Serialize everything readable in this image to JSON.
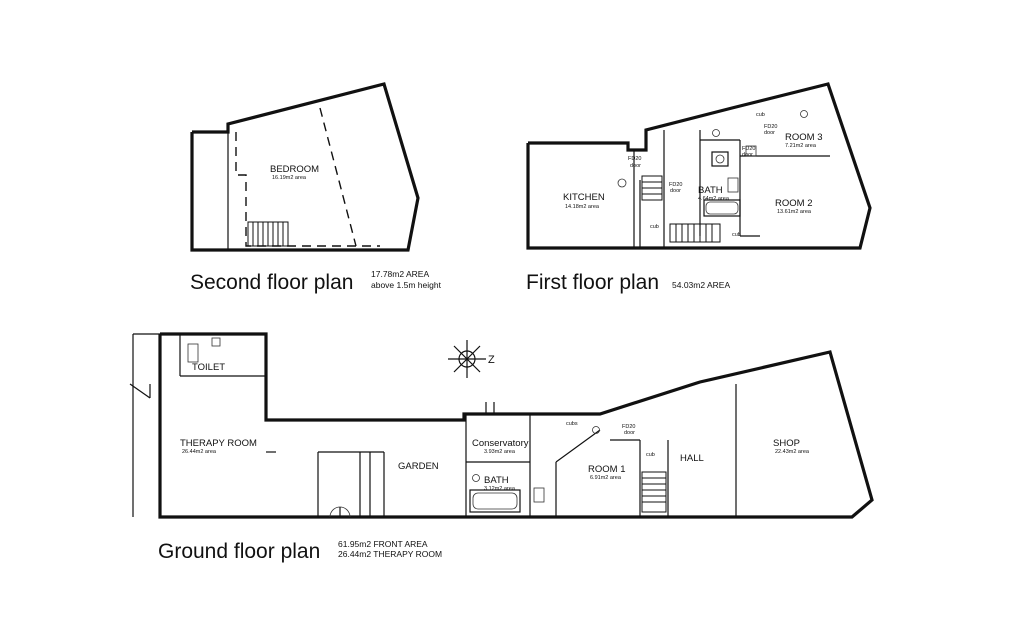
{
  "plans": {
    "second": {
      "title": "Second floor plan",
      "note1": "17.78m2 AREA",
      "note2": "above 1.5m height",
      "rooms": {
        "bedroom": {
          "label": "BEDROOM",
          "area": "16.19m2 area"
        }
      }
    },
    "first": {
      "title": "First floor plan",
      "note1": "54.03m2 AREA",
      "rooms": {
        "kitchen": {
          "label": "KITCHEN",
          "area": "14.18m2 area"
        },
        "bath": {
          "label": "BATH",
          "area": "4.64m2 area"
        },
        "room2": {
          "label": "ROOM 2",
          "area": "13.61m2 area"
        },
        "room3": {
          "label": "ROOM 3",
          "area": "7.21m2 area"
        }
      },
      "labels": {
        "fd20": "FD20",
        "door": "door",
        "cub": "cub"
      }
    },
    "ground": {
      "title": "Ground floor plan",
      "note1": "61.95m2 FRONT AREA",
      "note2": "26.44m2 THERAPY ROOM",
      "rooms": {
        "toilet": {
          "label": "TOILET"
        },
        "therapy": {
          "label": "THERAPY ROOM",
          "area": "26.44m2 area"
        },
        "garden": {
          "label": "GARDEN"
        },
        "conservatory": {
          "label": "Conservatory",
          "area": "3.93m2 area"
        },
        "bath": {
          "label": "BATH",
          "area": "3.12m2 area"
        },
        "room1": {
          "label": "ROOM 1",
          "area": "6.91m2 area"
        },
        "hall": {
          "label": "HALL"
        },
        "shop": {
          "label": "SHOP",
          "area": "22.43m2 area"
        }
      },
      "labels": {
        "fd20": "FD20",
        "door": "door",
        "cub": "cub",
        "cubs": "cubs"
      }
    }
  },
  "compass": {
    "letter": "Z"
  }
}
